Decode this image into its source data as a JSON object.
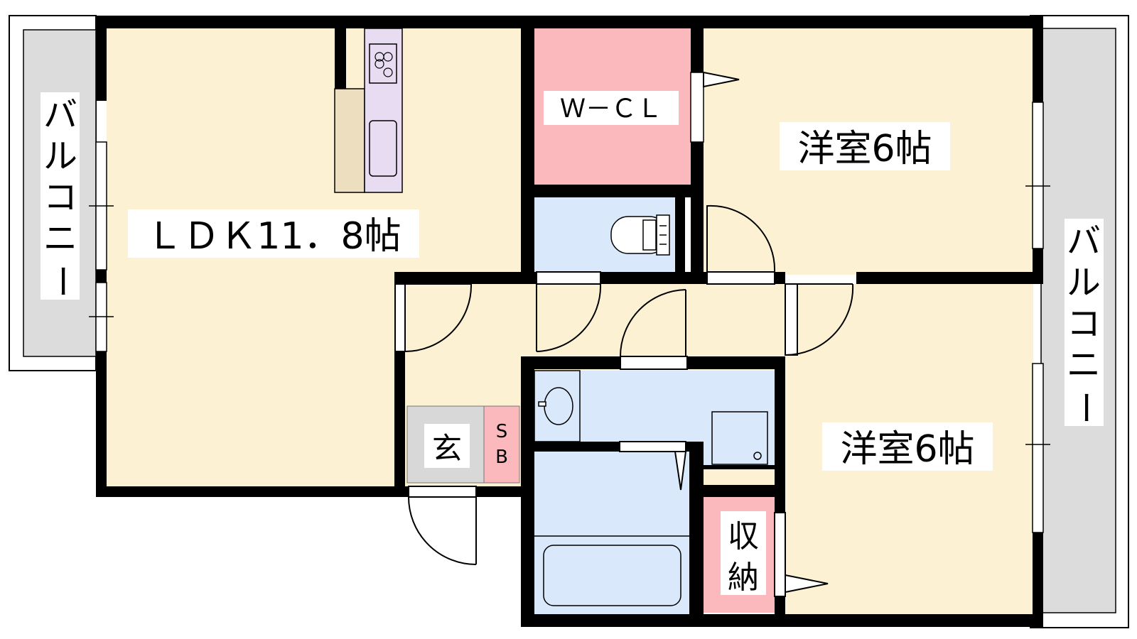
{
  "rooms": {
    "ldk": "ＬＤＫ11．8帖",
    "wcl": "Ｗ－ＣＬ",
    "western_upper": "洋室6帖",
    "western_lower": "洋室6帖",
    "entrance": "玄",
    "shoe_box_top": "S",
    "shoe_box_bottom": "B",
    "storage_top": "収",
    "storage_bottom": "納"
  },
  "balcony_left": [
    "バ",
    "ル",
    "コ",
    "ニ",
    "ー"
  ],
  "balcony_right": [
    "バ",
    "ル",
    "コ",
    "ニ",
    "ー"
  ],
  "colors": {
    "living": "#fdf1d3",
    "wet_area": "#d9e9fb",
    "storage": "#fbb9bd",
    "balcony": "#dcdcdc",
    "entrance": "#d8d8d8",
    "kitchen_counter": "#e7dcf2",
    "wall": "#000000"
  }
}
